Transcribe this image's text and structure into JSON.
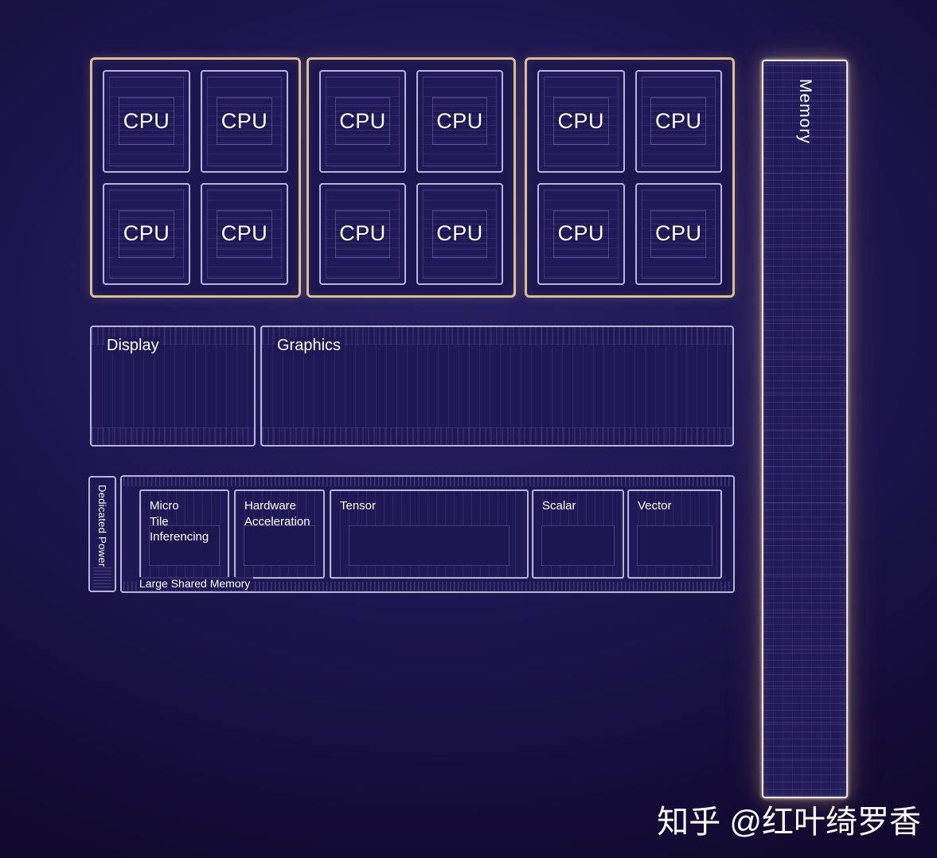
{
  "diagram": {
    "type": "soc-block-diagram",
    "colors": {
      "background_center": "#262060",
      "background_edge": "#110a2e",
      "cpu_cluster_border": "#d9be94",
      "block_border": "#bab3d8",
      "memory_border": "#ece5dd",
      "block_fill": "#1f1956",
      "text": "#ffffff"
    }
  },
  "cpu": {
    "clusters": [
      {
        "cores": [
          "CPU",
          "CPU",
          "CPU",
          "CPU"
        ]
      },
      {
        "cores": [
          "CPU",
          "CPU",
          "CPU",
          "CPU"
        ]
      },
      {
        "cores": [
          "CPU",
          "CPU",
          "CPU",
          "CPU"
        ]
      }
    ]
  },
  "display": {
    "label": "Display"
  },
  "graphics": {
    "label": "Graphics"
  },
  "memory": {
    "label": "Memory"
  },
  "power": {
    "label": "Dedicated Power"
  },
  "npu": {
    "blocks": [
      {
        "lines": [
          "Micro",
          "Tile Inferencing"
        ]
      },
      {
        "lines": [
          "Hardware",
          "Acceleration"
        ]
      },
      {
        "lines": [
          "Tensor"
        ]
      },
      {
        "lines": [
          "Scalar"
        ]
      },
      {
        "lines": [
          "Vector"
        ]
      }
    ],
    "footer_label": "Large Shared Memory"
  },
  "watermark": {
    "text": "知乎 @红叶绮罗香"
  }
}
